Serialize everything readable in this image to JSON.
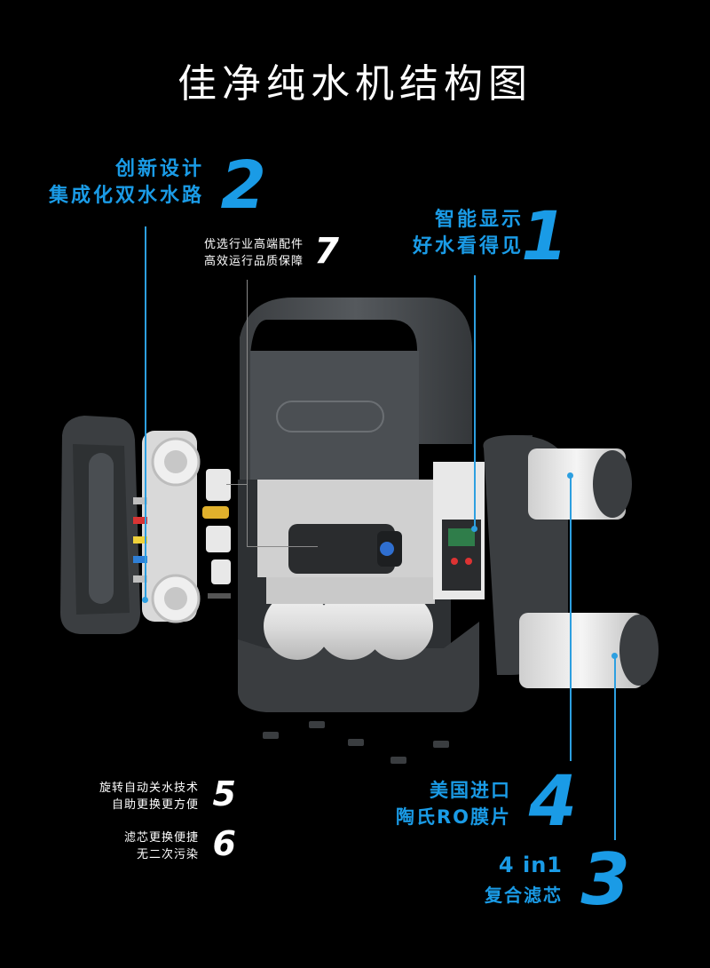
{
  "title": "佳净纯水机结构图",
  "features": {
    "f1": {
      "num": "1",
      "line1": "智能显示",
      "line2": "好水看得见"
    },
    "f2": {
      "num": "2",
      "line1": "创新设计",
      "line2": "集成化双水水路"
    },
    "f3": {
      "num": "3",
      "line1": "4 in1",
      "line2": "复合滤芯"
    },
    "f4": {
      "num": "4",
      "line1": "美国进口",
      "line2": "陶氏RO膜片"
    },
    "f5": {
      "num": "5",
      "line1": "旋转自动关水技术",
      "line2": "自助更换更方便"
    },
    "f6": {
      "num": "6",
      "line1": "滤芯更换便捷",
      "line2": "无二次污染"
    },
    "f7": {
      "num": "7",
      "line1": "优选行业高端配件",
      "line2": "高效运行品质保障"
    }
  },
  "colors": {
    "accent": "#1a9be6",
    "background": "#000000"
  }
}
